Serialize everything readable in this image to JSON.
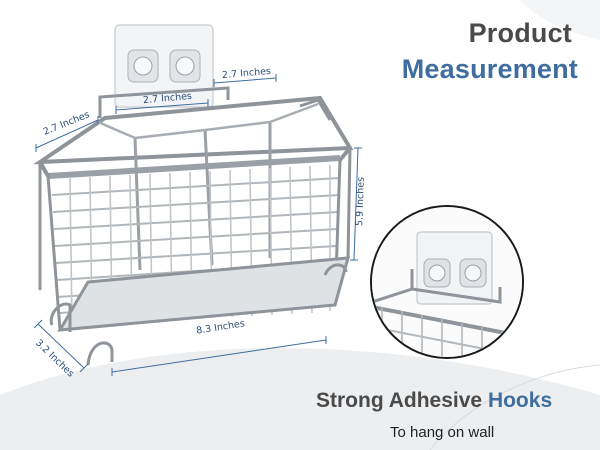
{
  "header": {
    "line1": "Product",
    "line2": "Measurement"
  },
  "dimensions": {
    "left_width": "2.7 Inches",
    "middle_width": "2.7 Inches",
    "right_width": "2.7 Inches",
    "height": "5.9 Inches",
    "length": "8.3 Inches",
    "depth": "3.2 Inches"
  },
  "feature": {
    "title_plain": "Strong Adhesive",
    "title_accent": "Hooks",
    "subtitle": "To hang on wall"
  },
  "colors": {
    "accent": "#3f6da0",
    "heading": "#4a4a4a",
    "dimension_text": "#2b4d78",
    "arc_gray": "#e9eaec"
  }
}
